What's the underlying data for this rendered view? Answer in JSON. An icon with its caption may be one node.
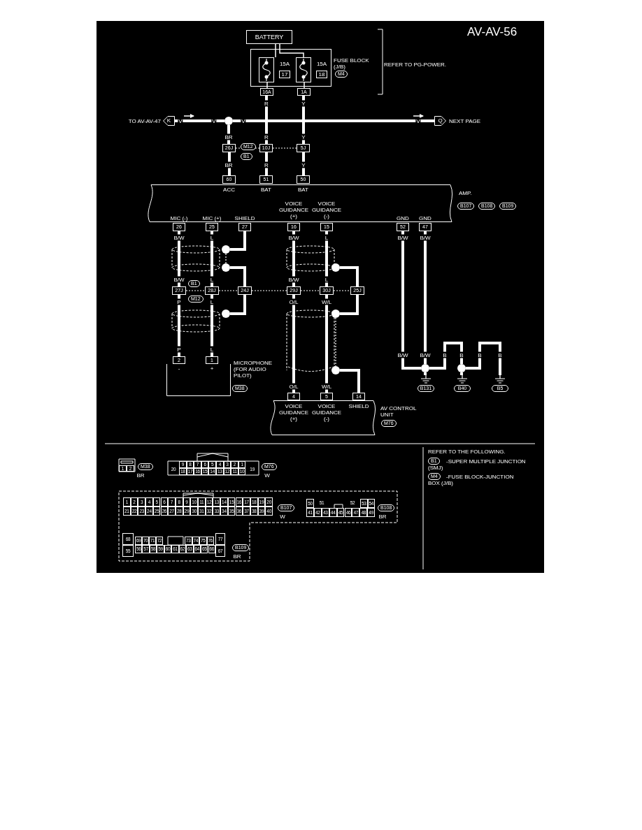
{
  "diagram": {
    "title": "AV-AV-56",
    "nodes": [
      {
        "text": [
          "BATTERY"
        ]
      },
      {
        "text": [],
        "shape": "box",
        "beside": [
          "FUSE BLOCK (J/B)",
          "M4"
        ]
      },
      {
        "text": [
          "15A",
          "17"
        ],
        "in": 1
      },
      {
        "text": [
          "15A",
          "18"
        ],
        "in": 1
      },
      {
        "text": [
          "16A"
        ]
      },
      {
        "text": [
          "1A"
        ]
      },
      {
        "text": [
          "K"
        ],
        "beside": [
          "TO AV-AV-47"
        ]
      },
      {
        "text": [],
        "shape": "circle"
      },
      {
        "text": [
          "Q"
        ],
        "beside": [
          "NEXT PAGE"
        ]
      },
      {
        "text": [
          "26J"
        ]
      },
      {
        "text": [
          "10J"
        ]
      },
      {
        "text": [
          "5J"
        ]
      },
      {
        "text": [],
        "shape": "box",
        "beside": [
          "AMP.",
          "B107",
          "B108",
          "B109"
        ]
      },
      {
        "text": [
          "60"
        ]
      },
      {
        "text": [
          "51"
        ]
      },
      {
        "text": [
          "50"
        ]
      },
      {
        "text": [
          "26"
        ]
      },
      {
        "text": [
          "25"
        ]
      },
      {
        "text": [
          "27"
        ]
      },
      {
        "text": [
          "16"
        ]
      },
      {
        "text": [
          "15"
        ]
      },
      {
        "text": [
          "52"
        ]
      },
      {
        "text": [
          "47"
        ]
      },
      {
        "text": [],
        "shape": "circle"
      },
      {
        "text": [],
        "shape": "circle"
      },
      {
        "text": [],
        "shape": "circle"
      },
      {
        "text": [
          "27J"
        ]
      },
      {
        "text": [
          "28J"
        ]
      },
      {
        "text": [
          "24J"
        ]
      },
      {
        "text": [
          "29J"
        ]
      },
      {
        "text": [
          "30J"
        ]
      },
      {
        "text": [
          "25J"
        ]
      },
      {
        "text": [],
        "shape": "circle"
      },
      {
        "text": [],
        "shape": "circle"
      },
      {
        "text": [],
        "shape": "circle"
      },
      {
        "text": [],
        "shape": "box",
        "beside": [
          "MICROPHONE (FOR AUDIO PILOT)",
          "M38"
        ]
      },
      {
        "text": [
          "2"
        ]
      },
      {
        "text": [
          "1"
        ]
      },
      {
        "text": [],
        "shape": "box",
        "beside": [
          "AV CONTROL UNIT",
          "M76"
        ]
      },
      {
        "text": [
          "4"
        ]
      },
      {
        "text": [
          "5"
        ]
      },
      {
        "text": [
          "14"
        ]
      },
      {
        "text": [],
        "shape": "circle"
      },
      {
        "text": [],
        "shape": "circle"
      },
      {
        "text": [
          "B131"
        ]
      },
      {
        "text": [
          "B40"
        ]
      },
      {
        "text": [
          "B5"
        ]
      },
      {
        "text": [
          "1",
          "2"
        ],
        "beside": [
          "M38",
          "BR"
        ]
      },
      {
        "text": [
          "9",
          "8",
          "7",
          "6",
          "5",
          "4",
          "3",
          "2",
          "1",
          "20",
          "18",
          "17",
          "16",
          "15",
          "14",
          "13",
          "12",
          "11",
          "10",
          "19"
        ],
        "beside": [
          "M76",
          "W"
        ]
      },
      {
        "text": [
          "1",
          "2",
          "3",
          "4",
          "5",
          "6",
          "7",
          "8",
          "9",
          "10",
          "11",
          "12",
          "13",
          "14",
          "15",
          "16",
          "17",
          "18",
          "19",
          "20",
          "21",
          "22",
          "23",
          "24",
          "25",
          "26",
          "27",
          "28",
          "29",
          "30",
          "31",
          "32",
          "33",
          "34",
          "35",
          "36",
          "37",
          "38",
          "39",
          "40"
        ],
        "beside": [
          "B107",
          "W"
        ]
      },
      {
        "text": [
          "50",
          "51",
          "52",
          "53",
          "54",
          "41",
          "42",
          "43",
          "44",
          "45",
          "46",
          "47",
          "48",
          "49"
        ],
        "beside": [
          "B108",
          "BR"
        ]
      },
      {
        "text": [
          "68",
          "69",
          "70",
          "71",
          "72",
          "73",
          "74",
          "75",
          "76",
          "77",
          "55",
          "56",
          "57",
          "58",
          "59",
          "60",
          "61",
          "62",
          "63",
          "64",
          "65",
          "66",
          "67"
        ],
        "beside": [
          "B109",
          "BR"
        ]
      }
    ],
    "edges": [
      {
        "from": 0,
        "to": 2,
        "arrow": "none"
      },
      {
        "from": 0,
        "to": 3,
        "arrow": "none"
      },
      {
        "from": 2,
        "to": 4,
        "arrow": "none"
      },
      {
        "from": 3,
        "to": 5,
        "arrow": "none"
      },
      {
        "from": 4,
        "to": 10,
        "arrow": "none",
        "label": "R"
      },
      {
        "from": 5,
        "to": 11,
        "arrow": "none",
        "label": "Y"
      },
      {
        "from": 6,
        "to": 7,
        "arrow": "none",
        "label": "V"
      },
      {
        "from": 7,
        "to": 8,
        "arrow": "none",
        "label": "V"
      },
      {
        "from": 7,
        "to": 9,
        "arrow": "none",
        "label": "BR"
      },
      {
        "from": 9,
        "to": 13,
        "arrow": "none",
        "label": "BR"
      },
      {
        "from": 10,
        "to": 14,
        "arrow": "none",
        "label": "R"
      },
      {
        "from": 11,
        "to": 15,
        "arrow": "none",
        "label": "Y"
      },
      {
        "from": 16,
        "to": 26,
        "arrow": "none",
        "label": "B/W"
      },
      {
        "from": 17,
        "to": 27,
        "arrow": "none",
        "label": "L"
      },
      {
        "from": 18,
        "to": 23,
        "arrow": "none"
      },
      {
        "from": 23,
        "to": 24,
        "arrow": "none",
        "style": "dashed"
      },
      {
        "from": 24,
        "to": 28,
        "arrow": "none"
      },
      {
        "from": 19,
        "to": 29,
        "arrow": "none",
        "label": "B/W"
      },
      {
        "from": 20,
        "to": 30,
        "arrow": "none",
        "label": "L"
      },
      {
        "from": 25,
        "to": 31,
        "arrow": "none"
      },
      {
        "from": 26,
        "to": 36,
        "arrow": "none",
        "label": "P"
      },
      {
        "from": 27,
        "to": 37,
        "arrow": "none",
        "label": "L"
      },
      {
        "from": 28,
        "to": 32,
        "arrow": "none"
      },
      {
        "from": 29,
        "to": 39,
        "arrow": "none",
        "label": "O/L"
      },
      {
        "from": 30,
        "to": 40,
        "arrow": "none",
        "label": "W/L"
      },
      {
        "from": 31,
        "to": 33,
        "arrow": "none"
      },
      {
        "from": 33,
        "to": 34,
        "arrow": "none",
        "style": "dashed"
      },
      {
        "from": 34,
        "to": 41,
        "arrow": "none"
      },
      {
        "from": 21,
        "to": 42,
        "arrow": "none",
        "label": "B/W"
      },
      {
        "from": 22,
        "to": 42,
        "arrow": "none",
        "label": "B/W"
      },
      {
        "from": 42,
        "to": 44,
        "arrow": "none"
      },
      {
        "from": 42,
        "to": 43,
        "arrow": "none",
        "label": "B"
      },
      {
        "from": 43,
        "to": 45,
        "arrow": "none"
      },
      {
        "from": 43,
        "to": 46,
        "arrow": "none",
        "label": "B"
      },
      {
        "from": 9,
        "to": 10,
        "arrow": "none",
        "style": "dashed"
      },
      {
        "from": 10,
        "to": 11,
        "arrow": "none",
        "style": "dashed"
      },
      {
        "from": 26,
        "to": 27,
        "arrow": "none",
        "style": "dashed"
      },
      {
        "from": 27,
        "to": 28,
        "arrow": "none",
        "style": "dashed"
      },
      {
        "from": 28,
        "to": 29,
        "arrow": "none",
        "style": "dashed"
      },
      {
        "from": 29,
        "to": 30,
        "arrow": "none",
        "style": "dashed"
      },
      {
        "from": 30,
        "to": 31,
        "arrow": "none",
        "style": "dashed"
      }
    ],
    "labels": [
      "REFER TO PG-POWER.",
      "R",
      "Y",
      "V",
      "V",
      "M12",
      "B1",
      "ACC",
      "BAT",
      "BAT",
      "VOICE GUIDANCE (+)",
      "VOICE GUIDANCE (-)",
      "MIC (-)",
      "MIC (+)",
      "SHIELD",
      "GND",
      "GND",
      "B/W",
      "L",
      "B/W",
      "L",
      "B1",
      "M12",
      "P",
      "L",
      "B/W",
      "B/W",
      "B",
      "B",
      "-",
      "+",
      "O/L",
      "W/L",
      "VOICE GUIDANCE (+)",
      "VOICE GUIDANCE (-)",
      "SHIELD",
      "REFER TO THE FOLLOWING.",
      "B1",
      "-SUPER MULTIPLE JUNCTION (SMJ)",
      "M4",
      "-FUSE BLOCK-JUNCTION BOX (J/B)"
    ]
  }
}
